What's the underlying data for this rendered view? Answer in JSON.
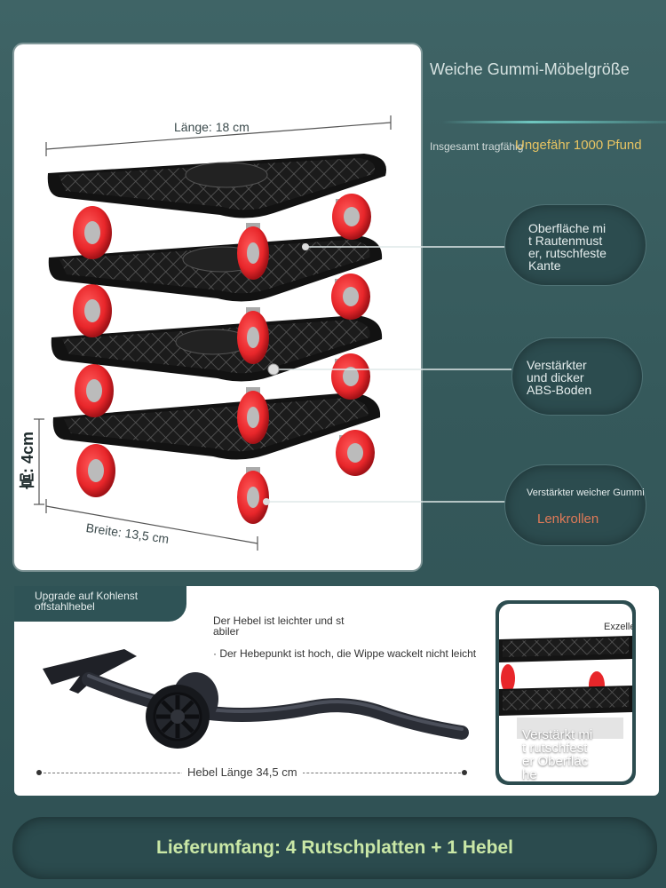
{
  "dimensions": {
    "length_label": "Länge: 18 cm",
    "width_label": "Breite: 13,5 cm",
    "height_label": "高: 4cm"
  },
  "headline": "Weiche Gummi-Möbelgröße",
  "capacity": {
    "small": "Insgesamt tragfähig",
    "big": "Ungefähr 1000 Pfund"
  },
  "features": [
    {
      "lines": [
        "Oberfläche mi",
        "t Rautenmust",
        "er, rutschfeste",
        " Kante"
      ]
    },
    {
      "lines": [
        "Verstärkter",
        "und dicker",
        "ABS-Boden"
      ]
    },
    {
      "line1": "Verstärkter weicher Gummi",
      "line2": "Lenkrollen"
    }
  ],
  "upgrade": {
    "lines": [
      "Upgrade auf Kohlenst",
      "offstahlhebel"
    ]
  },
  "lever": {
    "desc1_lines": [
      "Der Hebel ist leichter und st",
      "abiler"
    ],
    "desc2": "· Der Hebepunkt ist hoch, die Wippe wackelt nicht leicht",
    "length_label": "Hebel Länge 34,5 cm"
  },
  "inset": {
    "label": "Exzellent",
    "caption_lines": [
      "Verstärkt mi",
      "t rutschfest",
      "er Oberfläc",
      "he"
    ]
  },
  "footer": "Lieferumfang: 4 Rutschplatten + 1 Hebel",
  "colors": {
    "background": "#3f6466",
    "accent_gold": "#e8c462",
    "accent_orange": "#e07a58",
    "footer_text": "#c9e7a6",
    "wheel_red": "#e8262a"
  }
}
